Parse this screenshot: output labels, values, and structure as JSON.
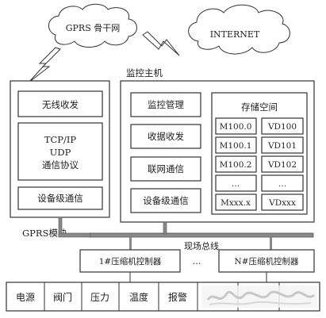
{
  "clouds": {
    "gprs_backbone": "GPRS 骨干网",
    "internet": "INTERNET"
  },
  "gprs_module": {
    "caption": "GPRS模块",
    "wireless": "无线收发",
    "protocol_lines": [
      "TCP/IP",
      "UDP",
      "通信协议"
    ],
    "device_comm": "设备级通信"
  },
  "host": {
    "title": "监控主机",
    "items": [
      "监控管理",
      "收据收发",
      "联网通信",
      "设备级通信"
    ],
    "storage": {
      "title": "存储空间",
      "rows": [
        [
          "M100.0",
          "VD100"
        ],
        [
          "M100.1",
          "VD101"
        ],
        [
          "M100.2",
          "VD102"
        ],
        [
          "…",
          "…"
        ],
        [
          "Mxxx.x",
          "VDxxx"
        ]
      ]
    }
  },
  "fieldbus": {
    "label": "现场总线",
    "controller_1": "1#压缩机控制器",
    "ellipsis": "…",
    "controller_n": "N#压缩机控制器"
  },
  "devices": [
    "电源",
    "阀门",
    "压力",
    "温度",
    "报警",
    "",
    "",
    ""
  ]
}
